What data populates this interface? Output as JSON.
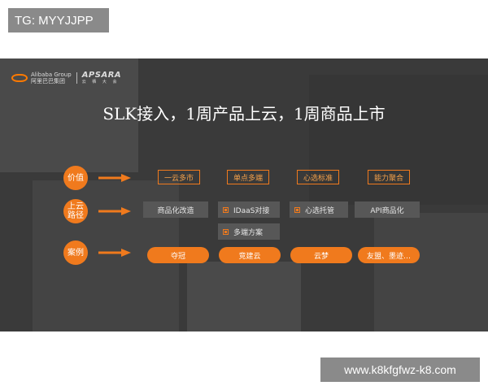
{
  "overlay": {
    "top_tag": "TG: MYYJJPP",
    "bottom_watermark": "www.k8kfgfwz-k8.com"
  },
  "slide": {
    "logo": {
      "company": "Alibaba Group",
      "company_cn": "阿里巴巴集团",
      "event": "APSARA",
      "event_cn": "云 栖 大 会"
    },
    "title": "SLK接入，1周产品上云，1周商品上市",
    "rows": {
      "value": {
        "label": "价值",
        "items": [
          "一云多市",
          "单点多端",
          "心选标准",
          "能力聚合"
        ]
      },
      "migration": {
        "label": "上云\n路径",
        "items": [
          "商品化改造",
          "IDaaS对接",
          "心选托管",
          "API商品化",
          "多端方案"
        ]
      },
      "cases": {
        "label": "案例",
        "items": [
          "夺冠",
          "竞建云",
          "云梦",
          "友盟、墨迹…"
        ]
      }
    },
    "colors": {
      "accent": "#f07a1d",
      "background": "#3a3a3a",
      "box_gray": "#575757"
    }
  }
}
